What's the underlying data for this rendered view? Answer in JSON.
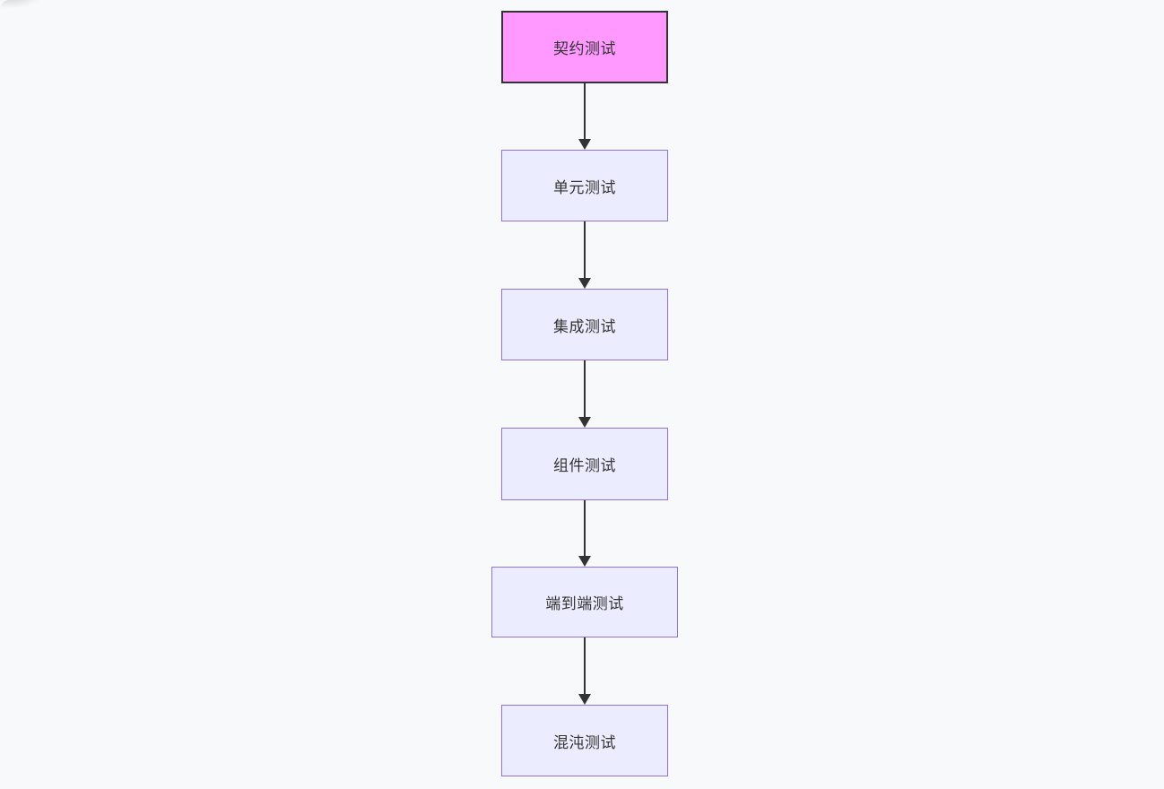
{
  "diagram": {
    "type": "flowchart",
    "direction": "top-down",
    "nodes": [
      {
        "id": "contract",
        "label": "契约测试",
        "highlighted": true
      },
      {
        "id": "unit",
        "label": "单元测试",
        "highlighted": false
      },
      {
        "id": "integration",
        "label": "集成测试",
        "highlighted": false
      },
      {
        "id": "component",
        "label": "组件测试",
        "highlighted": false
      },
      {
        "id": "e2e",
        "label": "端到端测试",
        "highlighted": false
      },
      {
        "id": "chaos",
        "label": "混沌测试",
        "highlighted": false
      }
    ],
    "edges": [
      {
        "from": "contract",
        "to": "unit"
      },
      {
        "from": "unit",
        "to": "integration"
      },
      {
        "from": "integration",
        "to": "component"
      },
      {
        "from": "component",
        "to": "e2e"
      },
      {
        "from": "e2e",
        "to": "chaos"
      }
    ]
  },
  "colors": {
    "canvas-bg": "#f8f9fa",
    "node-fill": "#ececff",
    "node-stroke": "#9370db",
    "highlight-fill": "#ff99ff",
    "highlight-stroke": "#333333",
    "edge-color": "#333333",
    "text-color": "#333333"
  }
}
